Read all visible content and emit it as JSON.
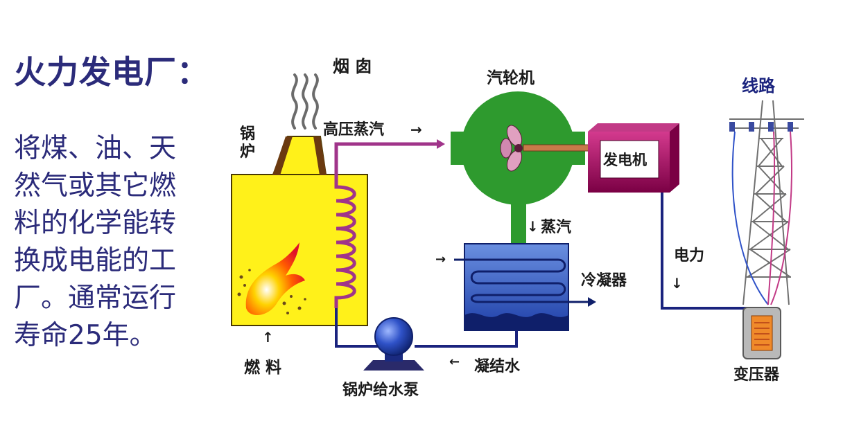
{
  "title": "火力发电厂：",
  "description_lines": [
    "将煤、油、天",
    "然气或其它燃",
    "料的化学能转",
    "换成电能的工",
    "厂。通常运行",
    "寿命25年。"
  ],
  "labels": {
    "chimney": "烟 囱",
    "boiler_1": "锅",
    "boiler_2": "炉",
    "high_pressure_steam": "高压蒸汽",
    "turbine": "汽轮机",
    "generator": "发电机",
    "line": "线路",
    "steam": "蒸汽",
    "condenser": "冷凝器",
    "electricity": "电力",
    "fuel": "燃 料",
    "condensate": "凝结水",
    "feed_pump": "锅炉给水泵",
    "transformer": "变压器"
  },
  "colors": {
    "title": "#2b2b7a",
    "boiler": "#fff11a",
    "turbine": "#2e9a2e",
    "generator": "#a0005a",
    "pipe_steam": "#a0348a",
    "pipe_water": "#1a237e",
    "condenser": "#2f5fc4"
  }
}
